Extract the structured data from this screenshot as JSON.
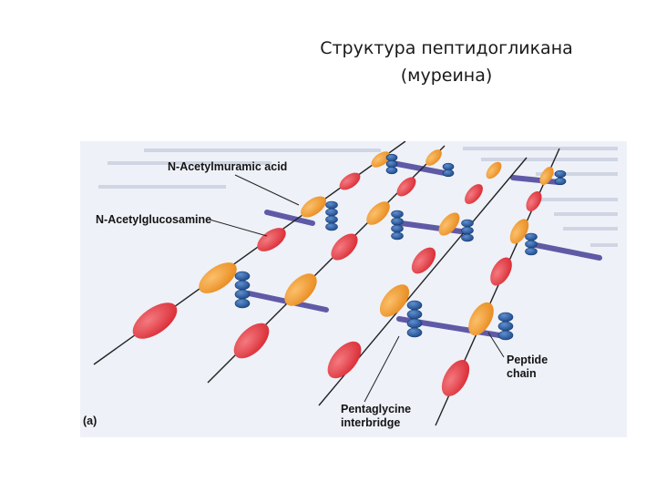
{
  "title": {
    "line1": "Структура пептидогликана",
    "line2": "(муреина)"
  },
  "figure": {
    "panel_label": "(a)",
    "labels": {
      "nam": "N-Acetylmuramic acid",
      "nag": "N-Acetylglucosamine",
      "peptide_line1": "Peptide",
      "peptide_line2": "chain",
      "bridge_line1": "Pentaglycine",
      "bridge_line2": "interbridge"
    },
    "colors": {
      "nam_sugar": "#f29a2e",
      "nag_sugar": "#e8424a",
      "peptide_bead": "#2a5a9c",
      "interbridge": "#5f5aa6",
      "strand": "#222222",
      "background": "#eef1f7"
    }
  }
}
